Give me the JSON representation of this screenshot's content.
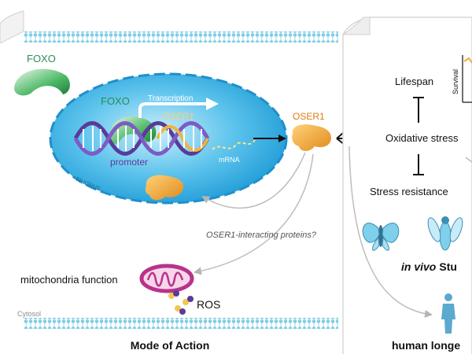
{
  "left_panel": {
    "foxo_top_label": "FOXO",
    "nucleus": {
      "foxo_label": "FOXO",
      "transcription_label": "Transcription",
      "gene_label": "OSER1",
      "promoter_label": "promoter",
      "mrna_label": "mRNA",
      "nucleus_label": "Nucleus"
    },
    "oser1_label": "OSER1",
    "interacting_label": "OSER1-interacting proteins?",
    "mito_label": "mitochondria function",
    "ros_label": "ROS",
    "cytosol_label": "Cytosol",
    "title": "Mode of Action"
  },
  "right_panel": {
    "lifespan_label": "Lifespan",
    "oxidative_label": "Oxidative stress",
    "stress_label": "Stress resistance",
    "survival_label": "Survival",
    "in_vivo_italic": "in vivo",
    "in_vivo_rest": "Stu",
    "human_label": "human longe"
  },
  "colors": {
    "nucleus_blue": "#29a9e1",
    "oser1_orange": "#f2a93b",
    "foxo_green": "#3aa655",
    "dna_purple": "#5a3a9a",
    "membrane_blue": "#8fd3e8",
    "mito_magenta": "#b8338a"
  }
}
